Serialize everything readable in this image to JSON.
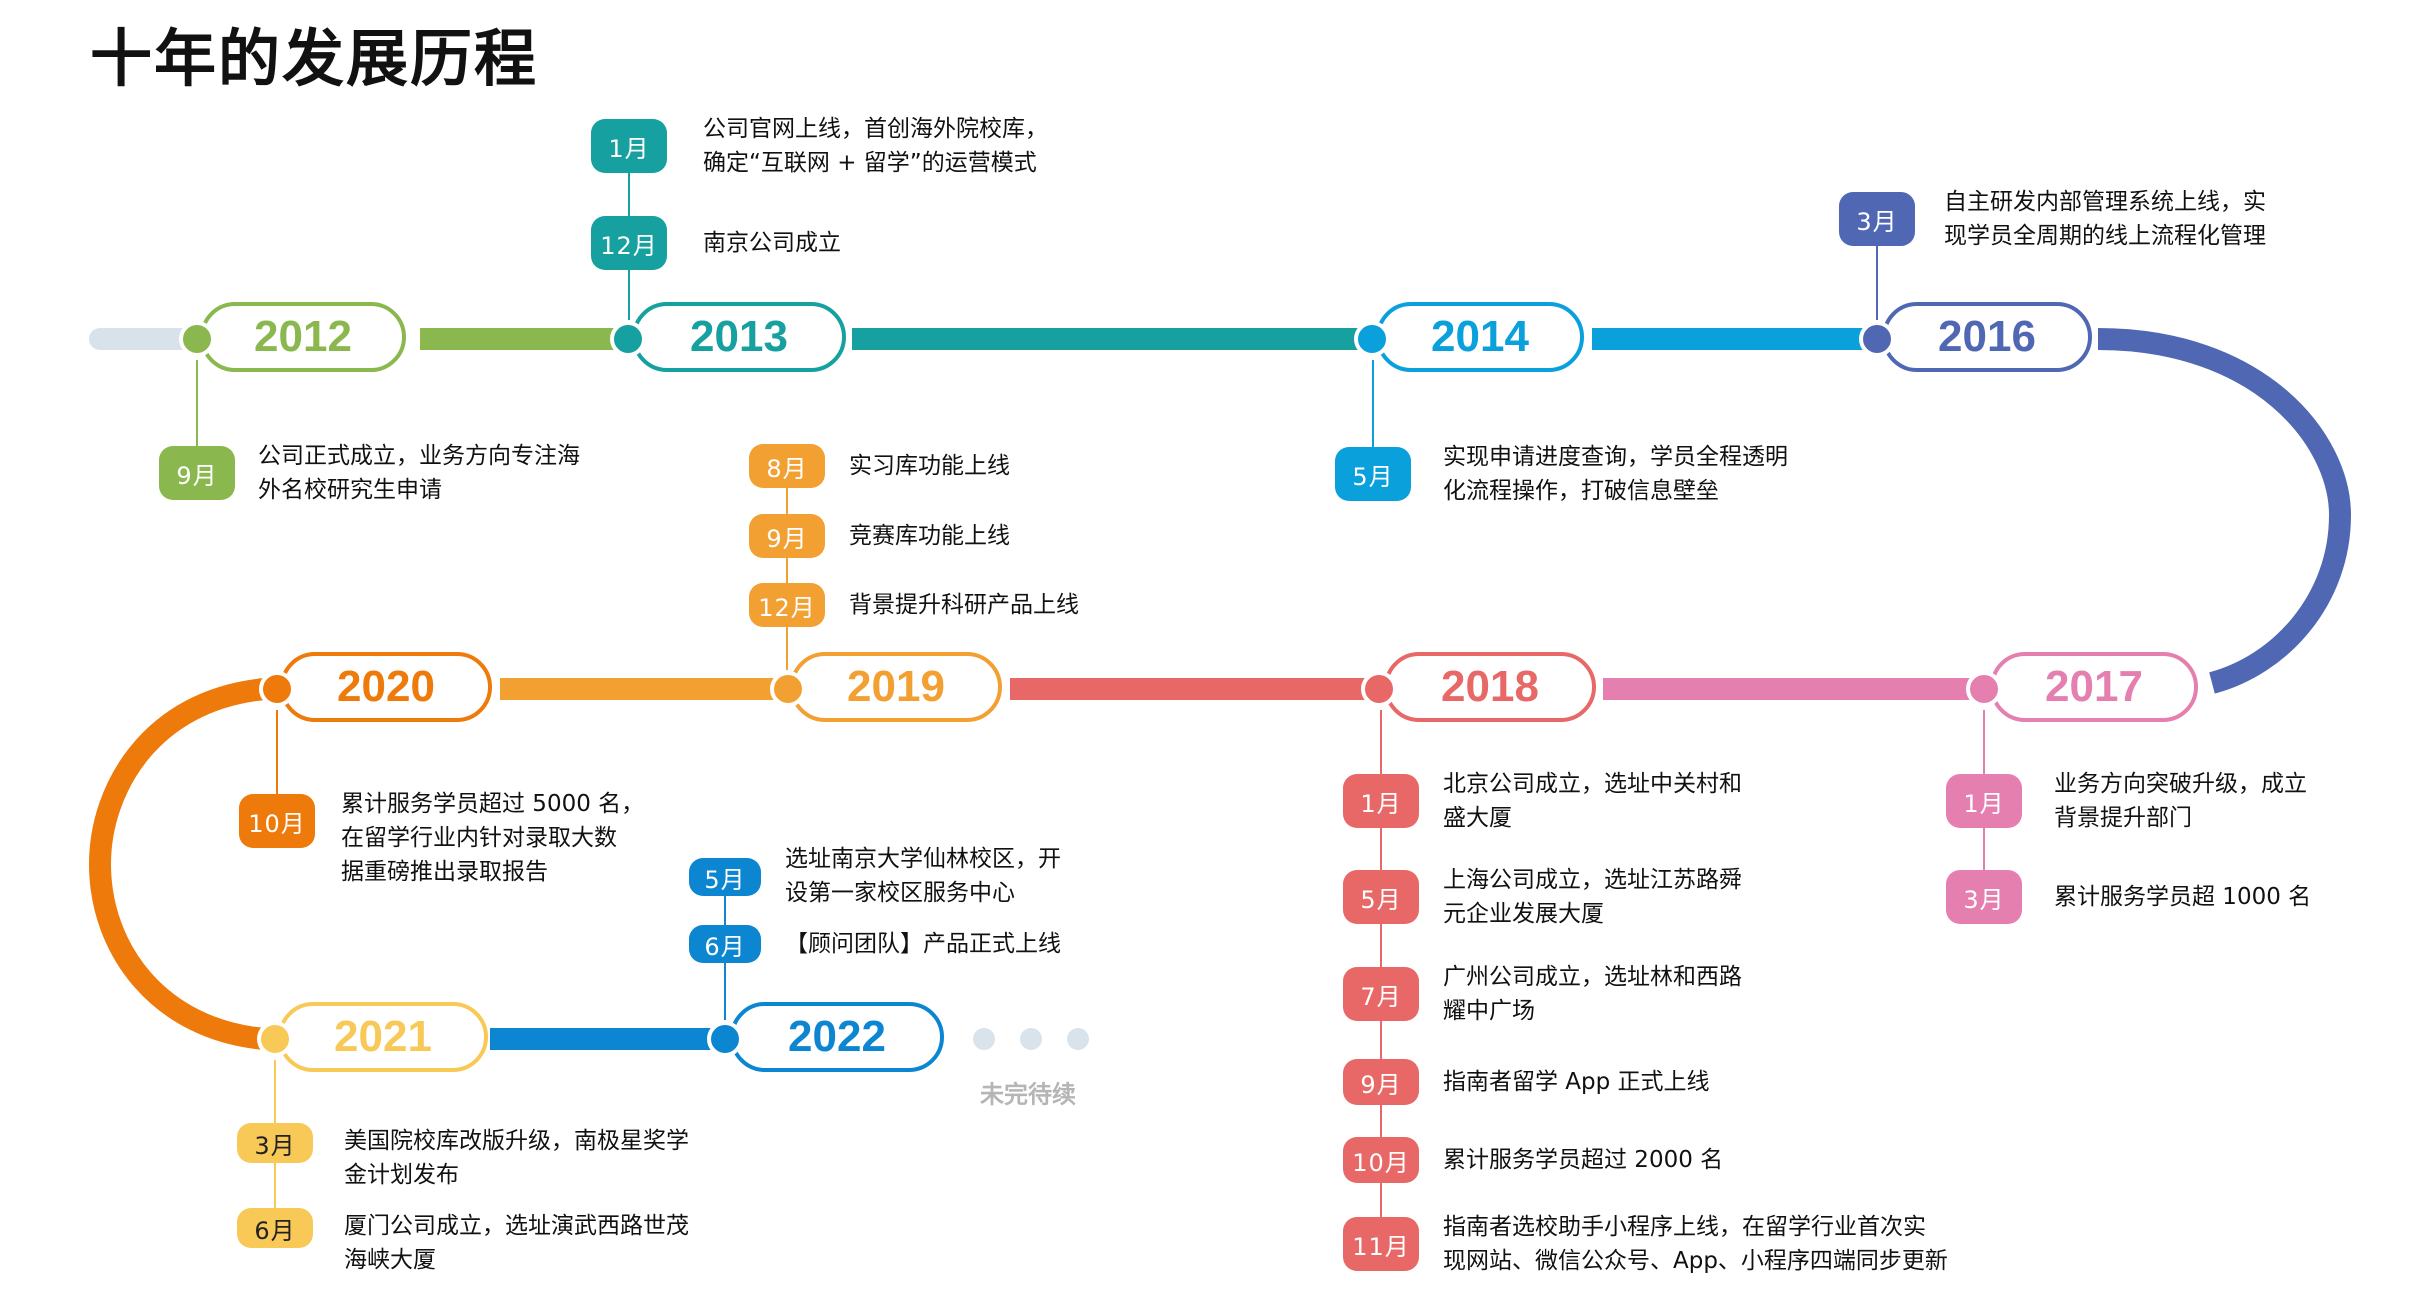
{
  "title": "十年的发展历程",
  "colors": {
    "start": "#d7e2ea",
    "y2012": "#8ab84e",
    "y2013": "#16a09f",
    "y2014": "#0aa0dc",
    "y2016": "#5068b4",
    "y2017": "#e47fb0",
    "y2018": "#e86868",
    "y2019": "#f3a033",
    "y2020": "#ed7a0a",
    "y2021": "#f8c957",
    "y2022": "#0d86d2",
    "future": "#d9e3ec"
  },
  "years": [
    {
      "year": "2012",
      "events": [
        {
          "month": "9月",
          "text": [
            "公司正式成立，业务方向专注海",
            "外名校研究生申请"
          ]
        }
      ]
    },
    {
      "year": "2013",
      "events": [
        {
          "month": "1月",
          "text": [
            "公司官网上线，首创海外院校库，",
            "确定“互联网 + 留学”的运营模式"
          ]
        },
        {
          "month": "12月",
          "text": [
            "南京公司成立"
          ]
        }
      ]
    },
    {
      "year": "2014",
      "events": [
        {
          "month": "5月",
          "text": [
            "实现申请进度查询，学员全程透明",
            "化流程操作，打破信息壁垒"
          ]
        }
      ]
    },
    {
      "year": "2016",
      "events": [
        {
          "month": "3月",
          "text": [
            "自主研发内部管理系统上线，实",
            "现学员全周期的线上流程化管理"
          ]
        }
      ]
    },
    {
      "year": "2017",
      "events": [
        {
          "month": "1月",
          "text": [
            "业务方向突破升级，成立",
            "背景提升部门"
          ]
        },
        {
          "month": "3月",
          "text": [
            "累计服务学员超 1000 名"
          ]
        }
      ]
    },
    {
      "year": "2018",
      "events": [
        {
          "month": "1月",
          "text": [
            "北京公司成立，选址中关村和",
            "盛大厦"
          ]
        },
        {
          "month": "5月",
          "text": [
            "上海公司成立，选址江苏路舜",
            "元企业发展大厦"
          ]
        },
        {
          "month": "7月",
          "text": [
            "广州公司成立，选址林和西路",
            "耀中广场"
          ]
        },
        {
          "month": "9月",
          "text": [
            "指南者留学 App 正式上线"
          ]
        },
        {
          "month": "10月",
          "text": [
            "累计服务学员超过 2000 名"
          ]
        },
        {
          "month": "11月",
          "text": [
            "指南者选校助手小程序上线，在留学行业首次实",
            "现网站、微信公众号、App、小程序四端同步更新"
          ]
        }
      ]
    },
    {
      "year": "2019",
      "events": [
        {
          "month": "8月",
          "text": [
            "实习库功能上线"
          ]
        },
        {
          "month": "9月",
          "text": [
            "竞赛库功能上线"
          ]
        },
        {
          "month": "12月",
          "text": [
            "背景提升科研产品上线"
          ]
        }
      ]
    },
    {
      "year": "2020",
      "events": [
        {
          "month": "10月",
          "text": [
            "累计服务学员超过 5000 名，",
            "在留学行业内针对录取大数",
            "据重磅推出录取报告"
          ]
        }
      ]
    },
    {
      "year": "2021",
      "events": [
        {
          "month": "3月",
          "text": [
            "美国院校库改版升级，南极星奖学",
            "金计划发布"
          ]
        },
        {
          "month": "6月",
          "text": [
            "厦门公司成立，选址演武西路世茂",
            "海峡大厦"
          ]
        }
      ]
    },
    {
      "year": "2022",
      "events": [
        {
          "month": "5月",
          "text": [
            "选址南京大学仙林校区，开",
            "设第一家校区服务中心"
          ]
        },
        {
          "month": "6月",
          "text": [
            "【顾问团队】产品正式上线"
          ]
        }
      ]
    }
  ],
  "to_be_continued": "未完待续"
}
